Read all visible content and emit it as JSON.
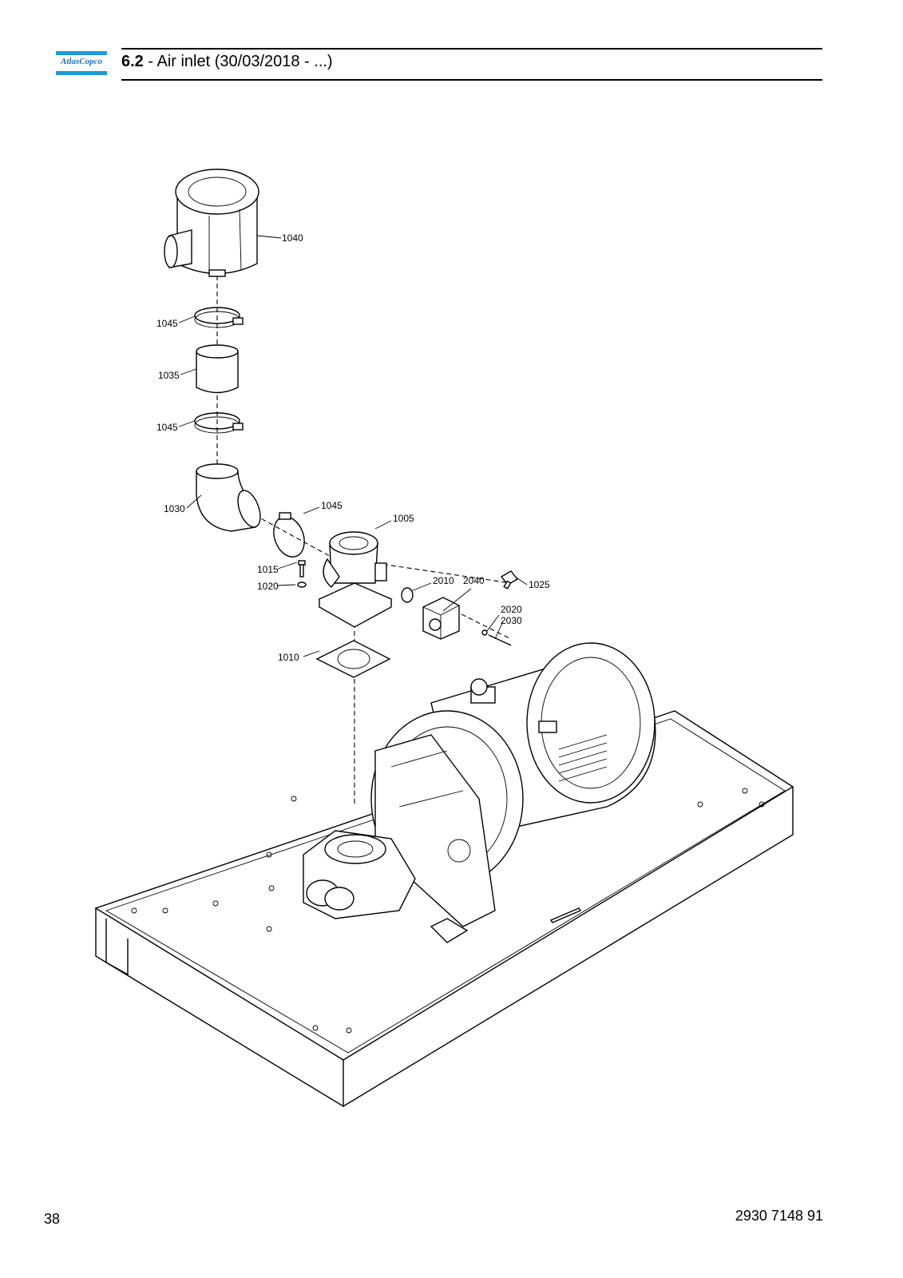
{
  "header": {
    "logo_text": "AtlasCopco",
    "section_number": "6.2",
    "section_title": " - Air inlet (30/03/2018 - ...)"
  },
  "footer": {
    "page_number": "38",
    "document_number": "2930 7148 91"
  },
  "callouts": [
    "1040",
    "1045",
    "1035",
    "1045",
    "1030",
    "1045",
    "1005",
    "1015",
    "1020",
    "2010",
    "2040",
    "1025",
    "2020",
    "2030",
    "1010"
  ]
}
